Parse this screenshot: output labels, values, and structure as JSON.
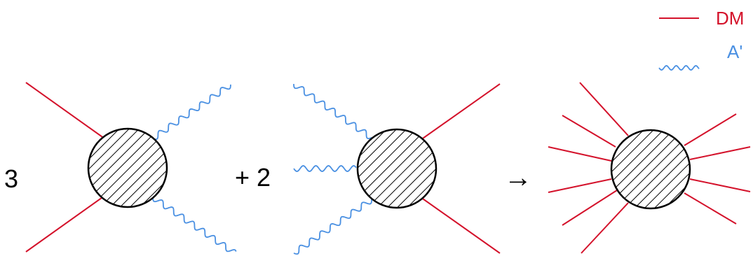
{
  "colors": {
    "dm": "#d4122b",
    "dark_photon": "#4a90e2",
    "blob_stroke": "#000000",
    "hatch": "#000000",
    "background": "#ffffff"
  },
  "legend": {
    "dm_label": "DM",
    "dark_photon_label": "A'"
  },
  "terms": {
    "left_coefficient": "3",
    "middle_coefficient": "+ 2",
    "arrow": "→"
  },
  "diagrams": [
    {
      "name": "left-vertex",
      "dm_lines": 2,
      "dark_photon_lines": 2
    },
    {
      "name": "middle-vertex",
      "dm_lines": 2,
      "dark_photon_lines": 3
    },
    {
      "name": "right-vertex",
      "dm_lines": 10,
      "dark_photon_lines": 0
    }
  ]
}
